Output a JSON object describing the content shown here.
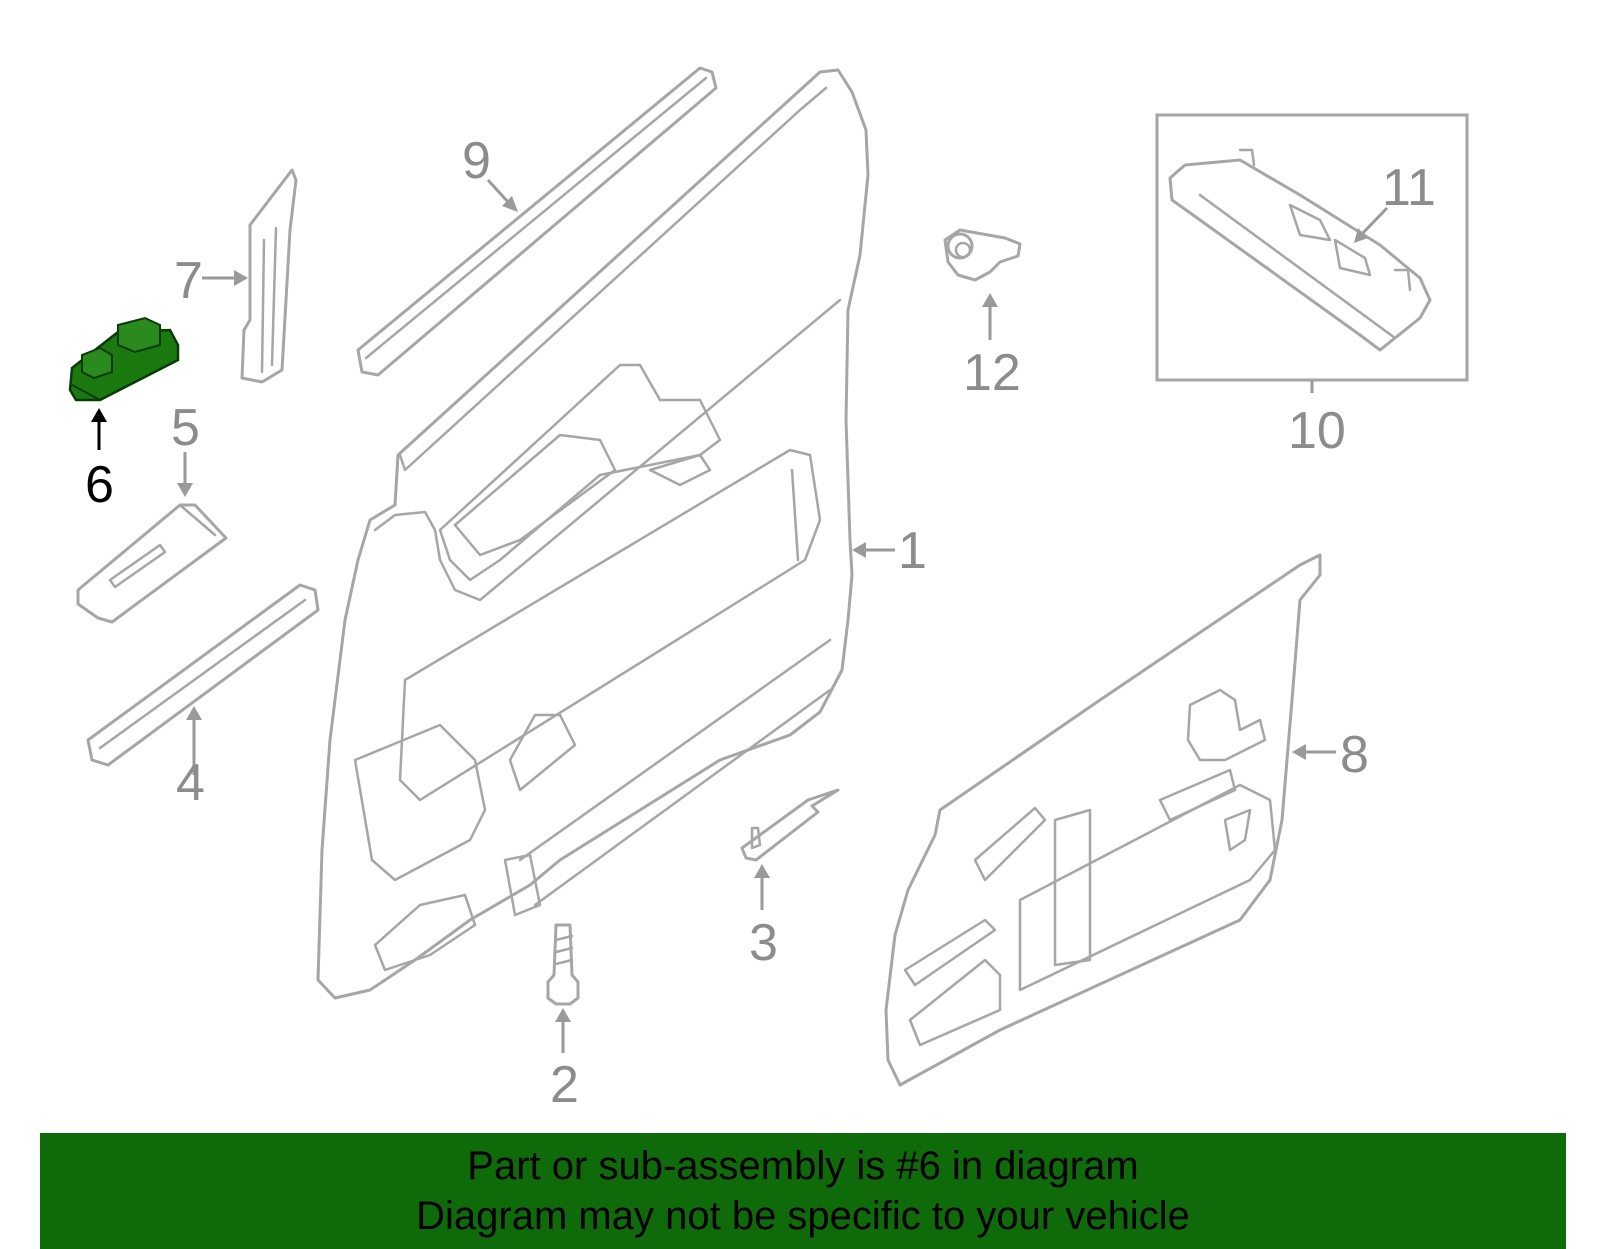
{
  "callouts": {
    "c1": "1",
    "c2": "2",
    "c3": "3",
    "c4": "4",
    "c5": "5",
    "c6": "6",
    "c7": "7",
    "c8": "8",
    "c9": "9",
    "c10": "10",
    "c11": "11",
    "c12": "12"
  },
  "highlight_color": "#1a7a10",
  "banner": {
    "line1": "Part or sub-assembly is #6 in diagram",
    "line2": "Diagram may not be specific to your vehicle",
    "color": "#0f6b0a"
  }
}
